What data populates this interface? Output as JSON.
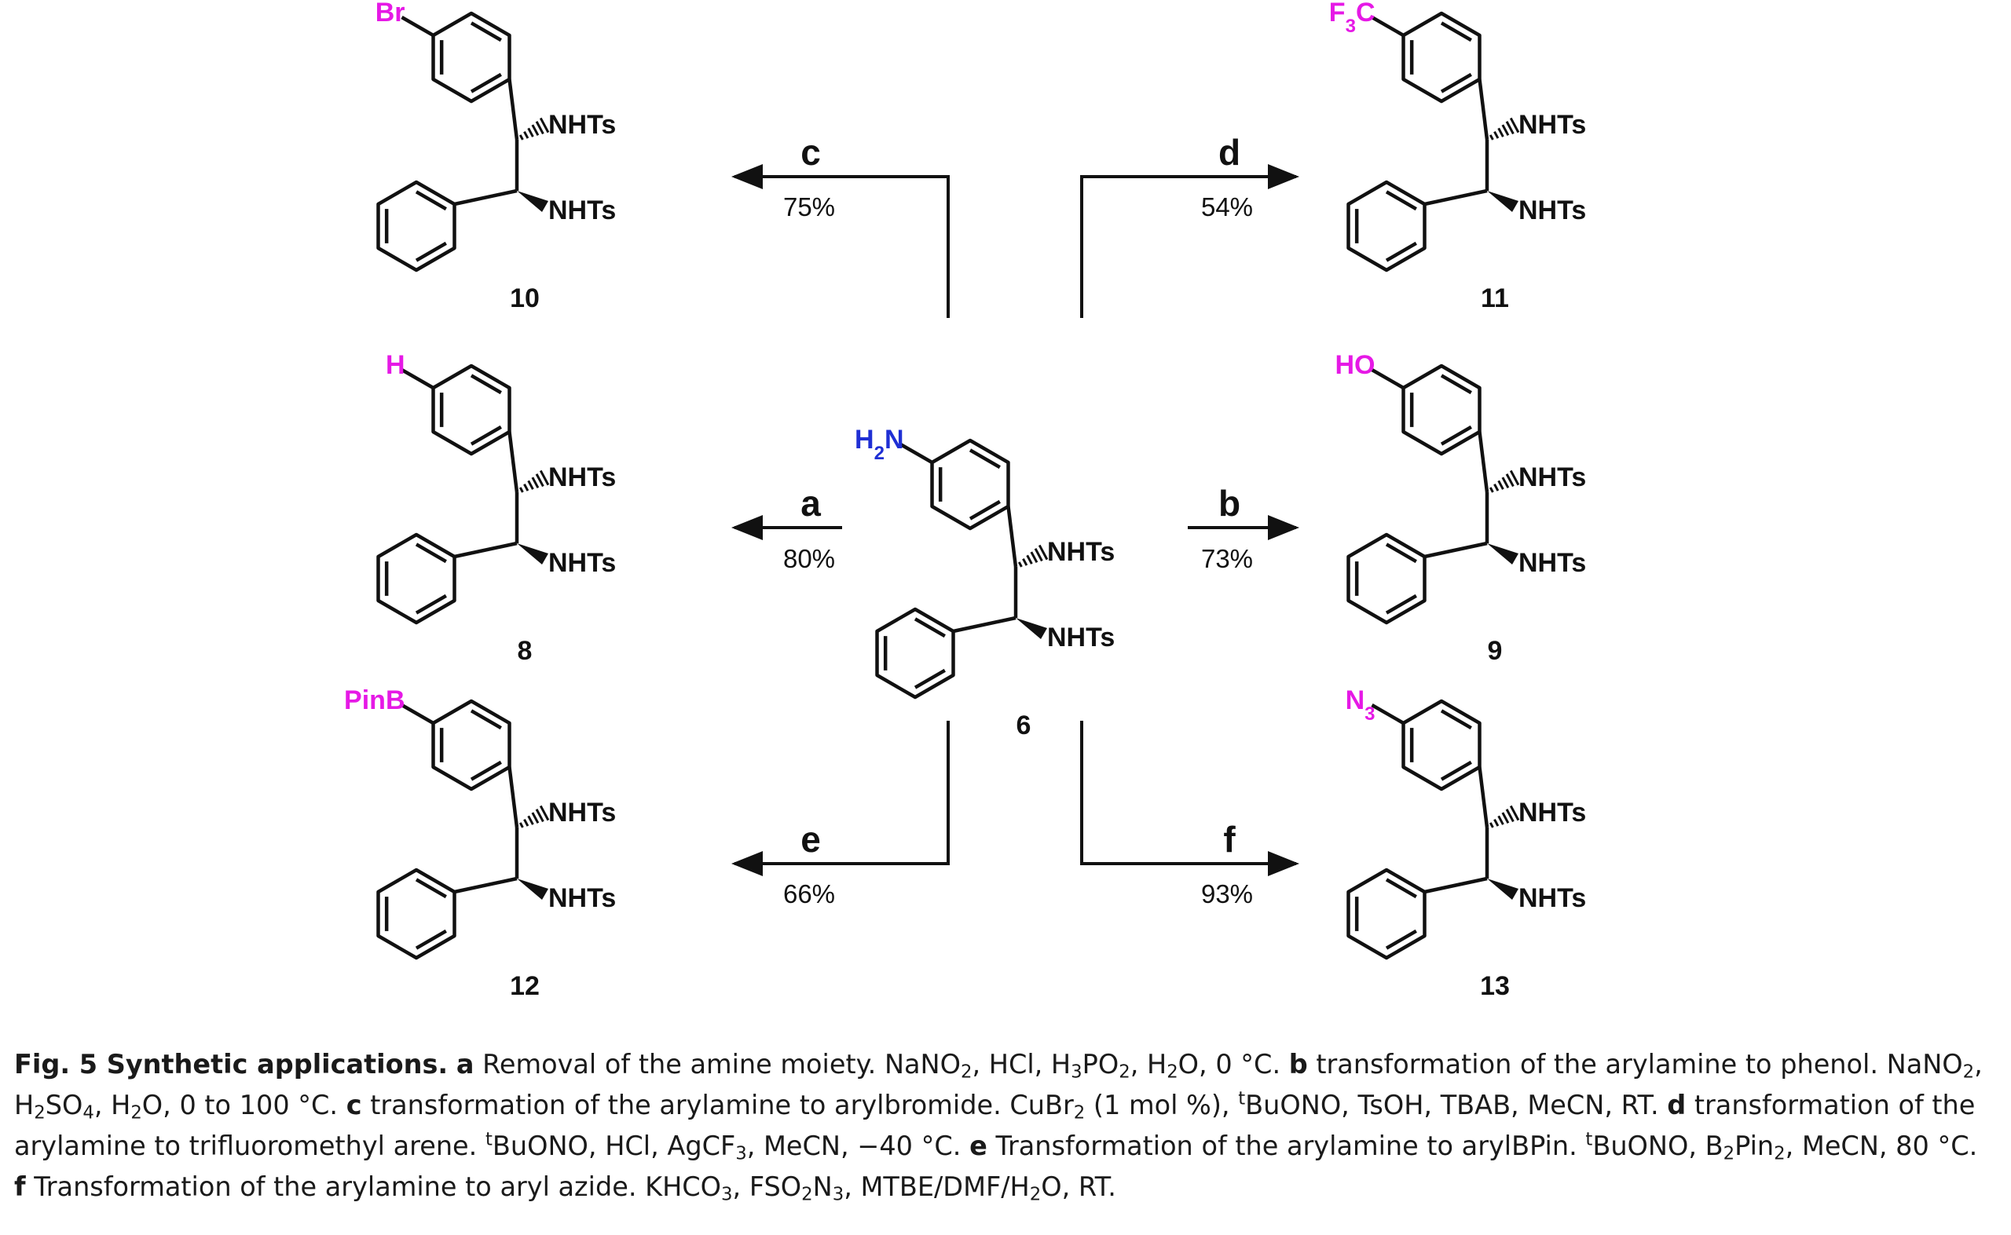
{
  "colors": {
    "bond": "#111111",
    "substituent_magenta": "#e619e6",
    "substituent_blue": "#1f2fd4",
    "caption_text": "#1a1a1a"
  },
  "scheme": {
    "amine_label": "NHTs",
    "center": {
      "id": "6",
      "substituent": "H2N",
      "substituent_parts": [
        "H",
        "2",
        "N"
      ],
      "substituent_color": "blue"
    },
    "products": [
      {
        "id": "10",
        "position": "top-left",
        "substituent": "Br",
        "substituent_parts": [
          "Br"
        ],
        "reaction": "c",
        "yield": "75%"
      },
      {
        "id": "11",
        "position": "top-right",
        "substituent": "F3C",
        "substituent_parts": [
          "F",
          "3",
          "C"
        ],
        "reaction": "d",
        "yield": "54%"
      },
      {
        "id": "8",
        "position": "middle-left",
        "substituent": "H",
        "substituent_parts": [
          "H"
        ],
        "reaction": "a",
        "yield": "80%"
      },
      {
        "id": "9",
        "position": "middle-right",
        "substituent": "HO",
        "substituent_parts": [
          "HO"
        ],
        "reaction": "b",
        "yield": "73%"
      },
      {
        "id": "12",
        "position": "bottom-left",
        "substituent": "PinB",
        "substituent_parts": [
          "PinB"
        ],
        "reaction": "e",
        "yield": "66%"
      },
      {
        "id": "13",
        "position": "bottom-right",
        "substituent": "N3",
        "substituent_parts": [
          "N",
          "3"
        ],
        "reaction": "f",
        "yield": "93%"
      }
    ]
  },
  "caption": {
    "title": "Fig. 5 Synthetic applications.",
    "entries": [
      {
        "key": "a",
        "text": "Removal of the amine moiety. NaNO₂, HCl, H₃PO₂, H₂O, 0 °C."
      },
      {
        "key": "b",
        "text": "transformation of the arylamine to phenol. NaNO₂, H₂SO₄, H₂O, 0 to 100 °C."
      },
      {
        "key": "c",
        "text": "transformation of the arylamine to arylbromide. CuBr₂ (1 mol %), ᵗBuONO, TsOH, TBAB, MeCN, RT."
      },
      {
        "key": "d",
        "text": "transformation of the arylamine to trifluoromethyl arene. ᵗBuONO, HCl, AgCF₃, MeCN, −40 °C."
      },
      {
        "key": "e",
        "text": "Transformation of the arylamine to arylBPin. ᵗBuONO, B₂Pin₂, MeCN, 80 °C."
      },
      {
        "key": "f",
        "text": "Transformation of the arylamine to aryl azide. KHCO₃, FSO₂N₃, MTBE/DMF/H₂O, RT."
      }
    ],
    "lines": [
      [
        {
          "t": "Fig. 5 Synthetic applications.",
          "b": true
        },
        {
          "t": " "
        },
        {
          "t": "a",
          "b": true
        },
        {
          "t": " Removal of the amine moiety. NaNO"
        },
        {
          "t": "2",
          "sub": true
        },
        {
          "t": ", HCl, H"
        },
        {
          "t": "3",
          "sub": true
        },
        {
          "t": "PO"
        },
        {
          "t": "2",
          "sub": true
        },
        {
          "t": ", H"
        },
        {
          "t": "2",
          "sub": true
        },
        {
          "t": "O, 0 °C. "
        },
        {
          "t": "b",
          "b": true
        },
        {
          "t": " transformation of the arylamine to phenol. NaNO"
        },
        {
          "t": "2",
          "sub": true
        },
        {
          "t": ","
        }
      ],
      [
        {
          "t": "H"
        },
        {
          "t": "2",
          "sub": true
        },
        {
          "t": "SO"
        },
        {
          "t": "4",
          "sub": true
        },
        {
          "t": ", H"
        },
        {
          "t": "2",
          "sub": true
        },
        {
          "t": "O, 0 to 100 °C. "
        },
        {
          "t": "c",
          "b": true
        },
        {
          "t": " transformation of the arylamine to arylbromide. CuBr"
        },
        {
          "t": "2",
          "sub": true
        },
        {
          "t": " (1 mol %), "
        },
        {
          "t": "t",
          "sup": true
        },
        {
          "t": "BuONO, TsOH, TBAB, MeCN, RT. "
        },
        {
          "t": "d",
          "b": true
        },
        {
          "t": " transformation of the"
        }
      ],
      [
        {
          "t": "arylamine to trifluoromethyl arene. "
        },
        {
          "t": "t",
          "sup": true
        },
        {
          "t": "BuONO, HCl, AgCF"
        },
        {
          "t": "3",
          "sub": true
        },
        {
          "t": ", MeCN, −40 °C. "
        },
        {
          "t": "e",
          "b": true
        },
        {
          "t": " Transformation of the arylamine to arylBPin. "
        },
        {
          "t": "t",
          "sup": true
        },
        {
          "t": "BuONO, B"
        },
        {
          "t": "2",
          "sub": true
        },
        {
          "t": "Pin"
        },
        {
          "t": "2",
          "sub": true
        },
        {
          "t": ", MeCN, 80 °C."
        }
      ],
      [
        {
          "t": "f",
          "b": true
        },
        {
          "t": " Transformation of the arylamine to aryl azide. KHCO"
        },
        {
          "t": "3",
          "sub": true
        },
        {
          "t": ", FSO"
        },
        {
          "t": "2",
          "sub": true
        },
        {
          "t": "N"
        },
        {
          "t": "3",
          "sub": true
        },
        {
          "t": ", MTBE/DMF/H"
        },
        {
          "t": "2",
          "sub": true
        },
        {
          "t": "O, RT."
        }
      ]
    ]
  }
}
